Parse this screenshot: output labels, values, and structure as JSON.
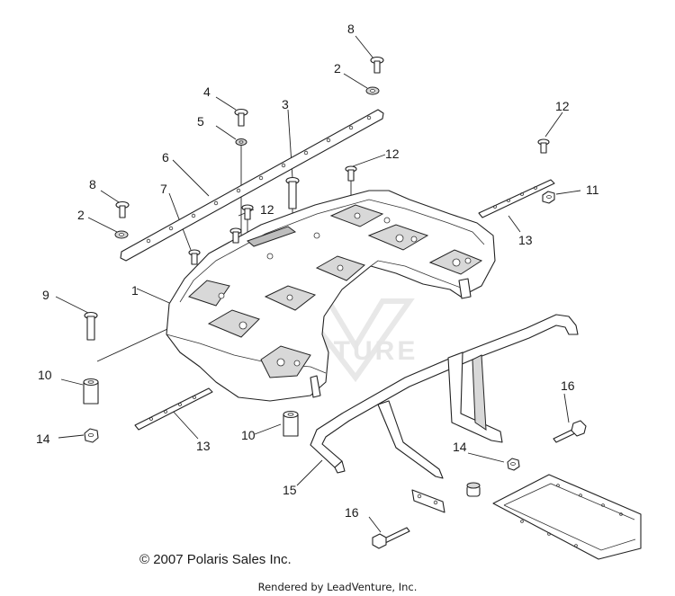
{
  "diagram": {
    "callouts": [
      "1",
      "2",
      "2",
      "3",
      "4",
      "5",
      "6",
      "7",
      "8",
      "8",
      "9",
      "10",
      "10",
      "11",
      "12",
      "12",
      "12",
      "13",
      "13",
      "14",
      "14",
      "15",
      "16",
      "16"
    ],
    "watermark_text": "VENTURE",
    "watermark_logo": "LeadVenture",
    "colors": {
      "line": "#222222",
      "fill": "#ffffff",
      "shade": "#d8d8d8"
    }
  },
  "footer": {
    "copyright": "© 2007 Polaris Sales Inc.",
    "rendered_by": "Rendered by LeadVenture, Inc."
  }
}
